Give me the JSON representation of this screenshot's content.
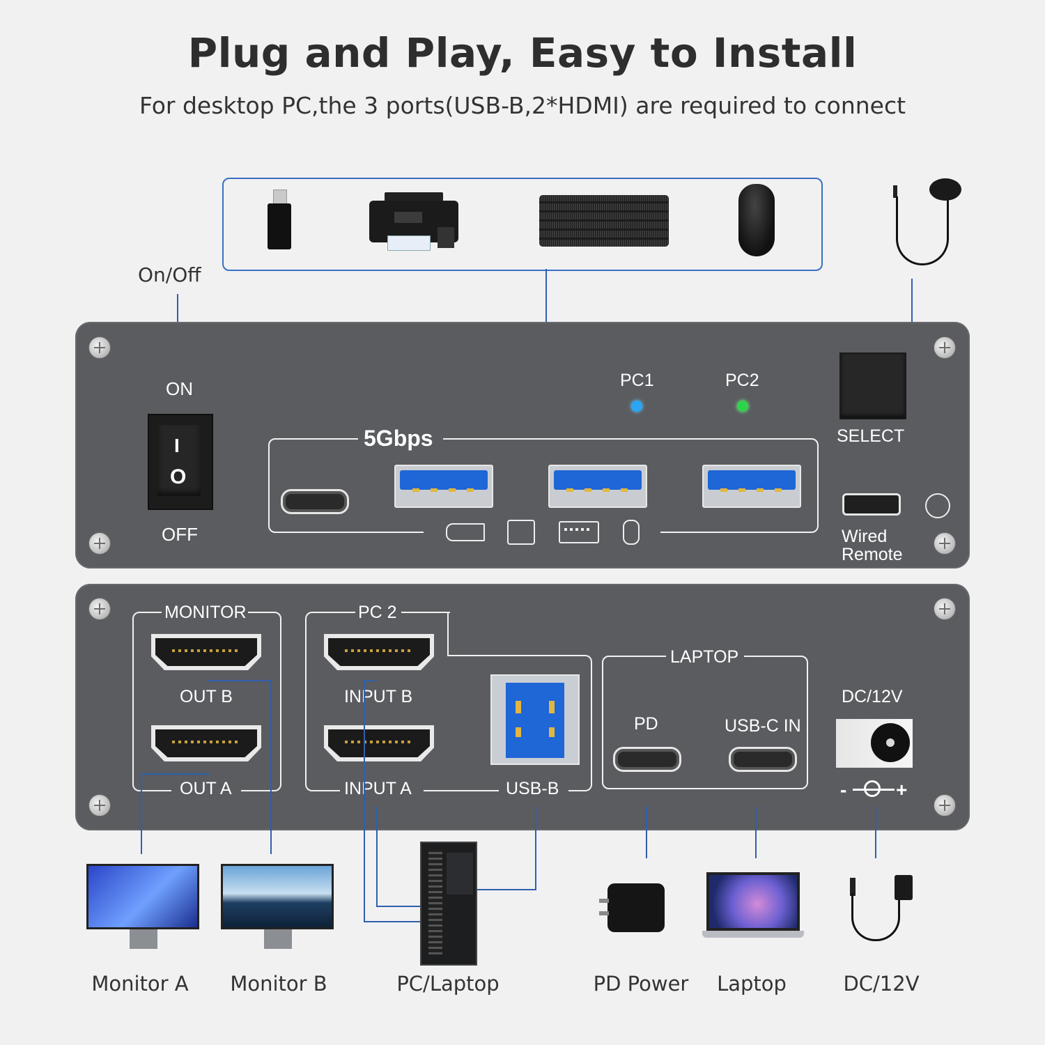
{
  "header": {
    "title": "Plug and Play, Easy to Install",
    "subtitle": "For desktop PC,the 3 ports(USB-B,2*HDMI) are required to connect"
  },
  "top_panel": {
    "onoff_label": "On/Off",
    "on": "ON",
    "off": "OFF",
    "switch_i": "I",
    "switch_o": "O",
    "speed": "5Gbps",
    "pc1": "PC1",
    "pc2": "PC2",
    "select": "SELECT",
    "wired_remote_1": "Wired",
    "wired_remote_2": "Remote"
  },
  "bottom_panel": {
    "monitor": "MONITOR",
    "out_b": "OUT B",
    "out_a": "OUT A",
    "pc2": "PC 2",
    "input_b": "INPUT B",
    "input_a": "INPUT A",
    "usb_b": "USB-B",
    "laptop": "LAPTOP",
    "pd": "PD",
    "usbc_in": "USB-C IN",
    "dc": "DC/12V",
    "polarity_minus": "-",
    "polarity_plus": "+"
  },
  "devices": {
    "monitor_a": "Monitor A",
    "monitor_b": "Monitor B",
    "pc_laptop": "PC/Laptop",
    "pd_power": "PD Power",
    "laptop": "Laptop",
    "dc": "DC/12V"
  },
  "colors": {
    "panel": "#5a5c60",
    "line": "#2f5fae",
    "led_pc1": "#2aa6f5",
    "led_pc2": "#2fd34a",
    "usb_blue": "#1f66d6"
  }
}
